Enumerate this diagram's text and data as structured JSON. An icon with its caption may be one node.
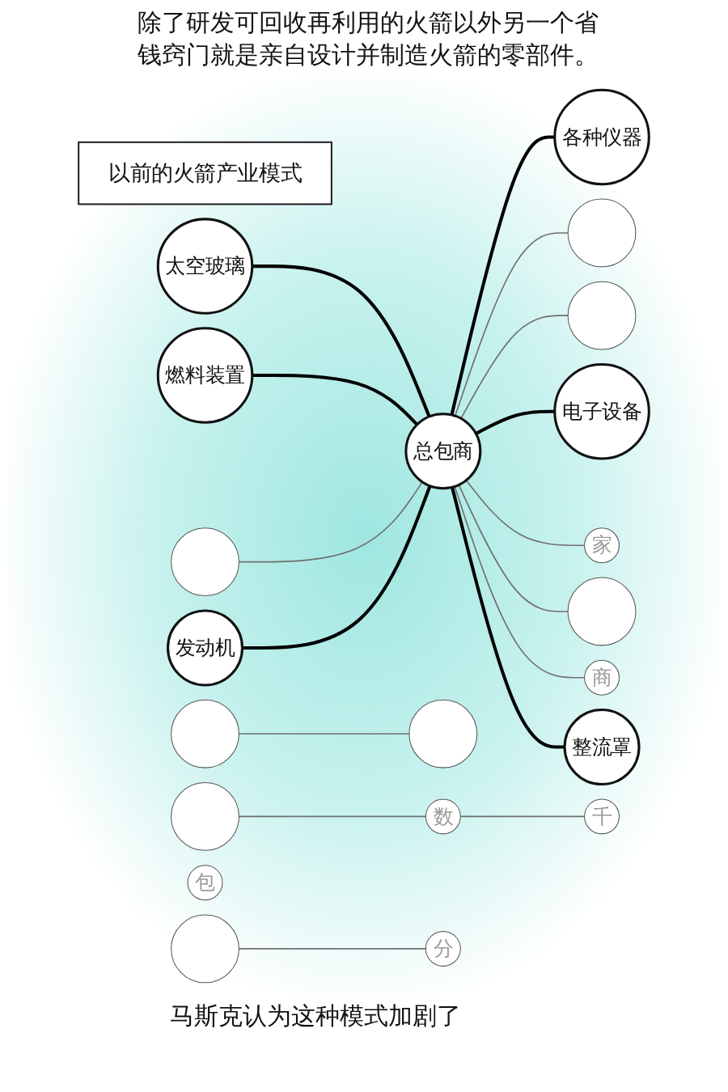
{
  "diagram": {
    "nodes": [
      {
        "text": [
          "以前的火箭产业模式"
        ]
      },
      {
        "text": [
          "太空玻璃"
        ]
      },
      {
        "text": [],
        "shape": "circle"
      },
      {
        "text": [
          "各种仪器"
        ]
      },
      {
        "text": [],
        "shape": "circle"
      },
      {
        "text": [],
        "shape": "circle"
      },
      {
        "text": [
          "数"
        ]
      },
      {
        "text": [],
        "shape": "circle"
      },
      {
        "text": [],
        "shape": "circle"
      },
      {
        "text": [
          "千"
        ]
      },
      {
        "text": [
          "燃料装置"
        ]
      },
      {
        "text": [
          "总包商"
        ]
      },
      {
        "text": [
          "电子设备"
        ]
      },
      {
        "text": [],
        "shape": "circle"
      },
      {
        "text": [
          "家"
        ]
      },
      {
        "text": [],
        "shape": "circle"
      },
      {
        "text": [
          "分"
        ]
      },
      {
        "text": [],
        "shape": "circle"
      },
      {
        "text": [
          "包"
        ]
      },
      {
        "text": [
          "发动机"
        ]
      },
      {
        "text": [
          "商"
        ]
      },
      {
        "text": [
          "整流罩"
        ]
      }
    ],
    "edges": [
      {
        "from": 1,
        "to": 11,
        "arrow": "none",
        "style": "thick",
        "color": "#000000"
      },
      {
        "from": 2,
        "to": 7,
        "arrow": "none"
      },
      {
        "from": 11,
        "to": 3,
        "arrow": "none",
        "style": "thick",
        "color": "#000000"
      },
      {
        "from": 11,
        "to": 4,
        "arrow": "none"
      },
      {
        "from": 5,
        "to": 6,
        "arrow": "none"
      },
      {
        "from": 6,
        "to": 9,
        "arrow": "none"
      },
      {
        "from": 11,
        "to": 8,
        "arrow": "none"
      },
      {
        "from": 10,
        "to": 11,
        "arrow": "none",
        "style": "thick",
        "color": "#000000"
      },
      {
        "from": 11,
        "to": 12,
        "arrow": "none",
        "style": "thick",
        "color": "#000000"
      },
      {
        "from": 13,
        "to": 11,
        "arrow": "none"
      },
      {
        "from": 11,
        "to": 14,
        "arrow": "none"
      },
      {
        "from": 15,
        "to": 16,
        "arrow": "none"
      },
      {
        "from": 11,
        "to": 17,
        "arrow": "none"
      },
      {
        "from": 19,
        "to": 11,
        "arrow": "none",
        "style": "thick",
        "color": "#000000"
      },
      {
        "from": 11,
        "to": 20,
        "arrow": "none"
      },
      {
        "from": 11,
        "to": 21,
        "arrow": "none",
        "style": "thick",
        "color": "#000000"
      }
    ],
    "labels": [
      "除了研发可回收再利用的火箭以外另一个省钱窍门就是亲自设计并制造火箭的零部件。",
      "马斯克认为这种模式加剧了"
    ]
  }
}
